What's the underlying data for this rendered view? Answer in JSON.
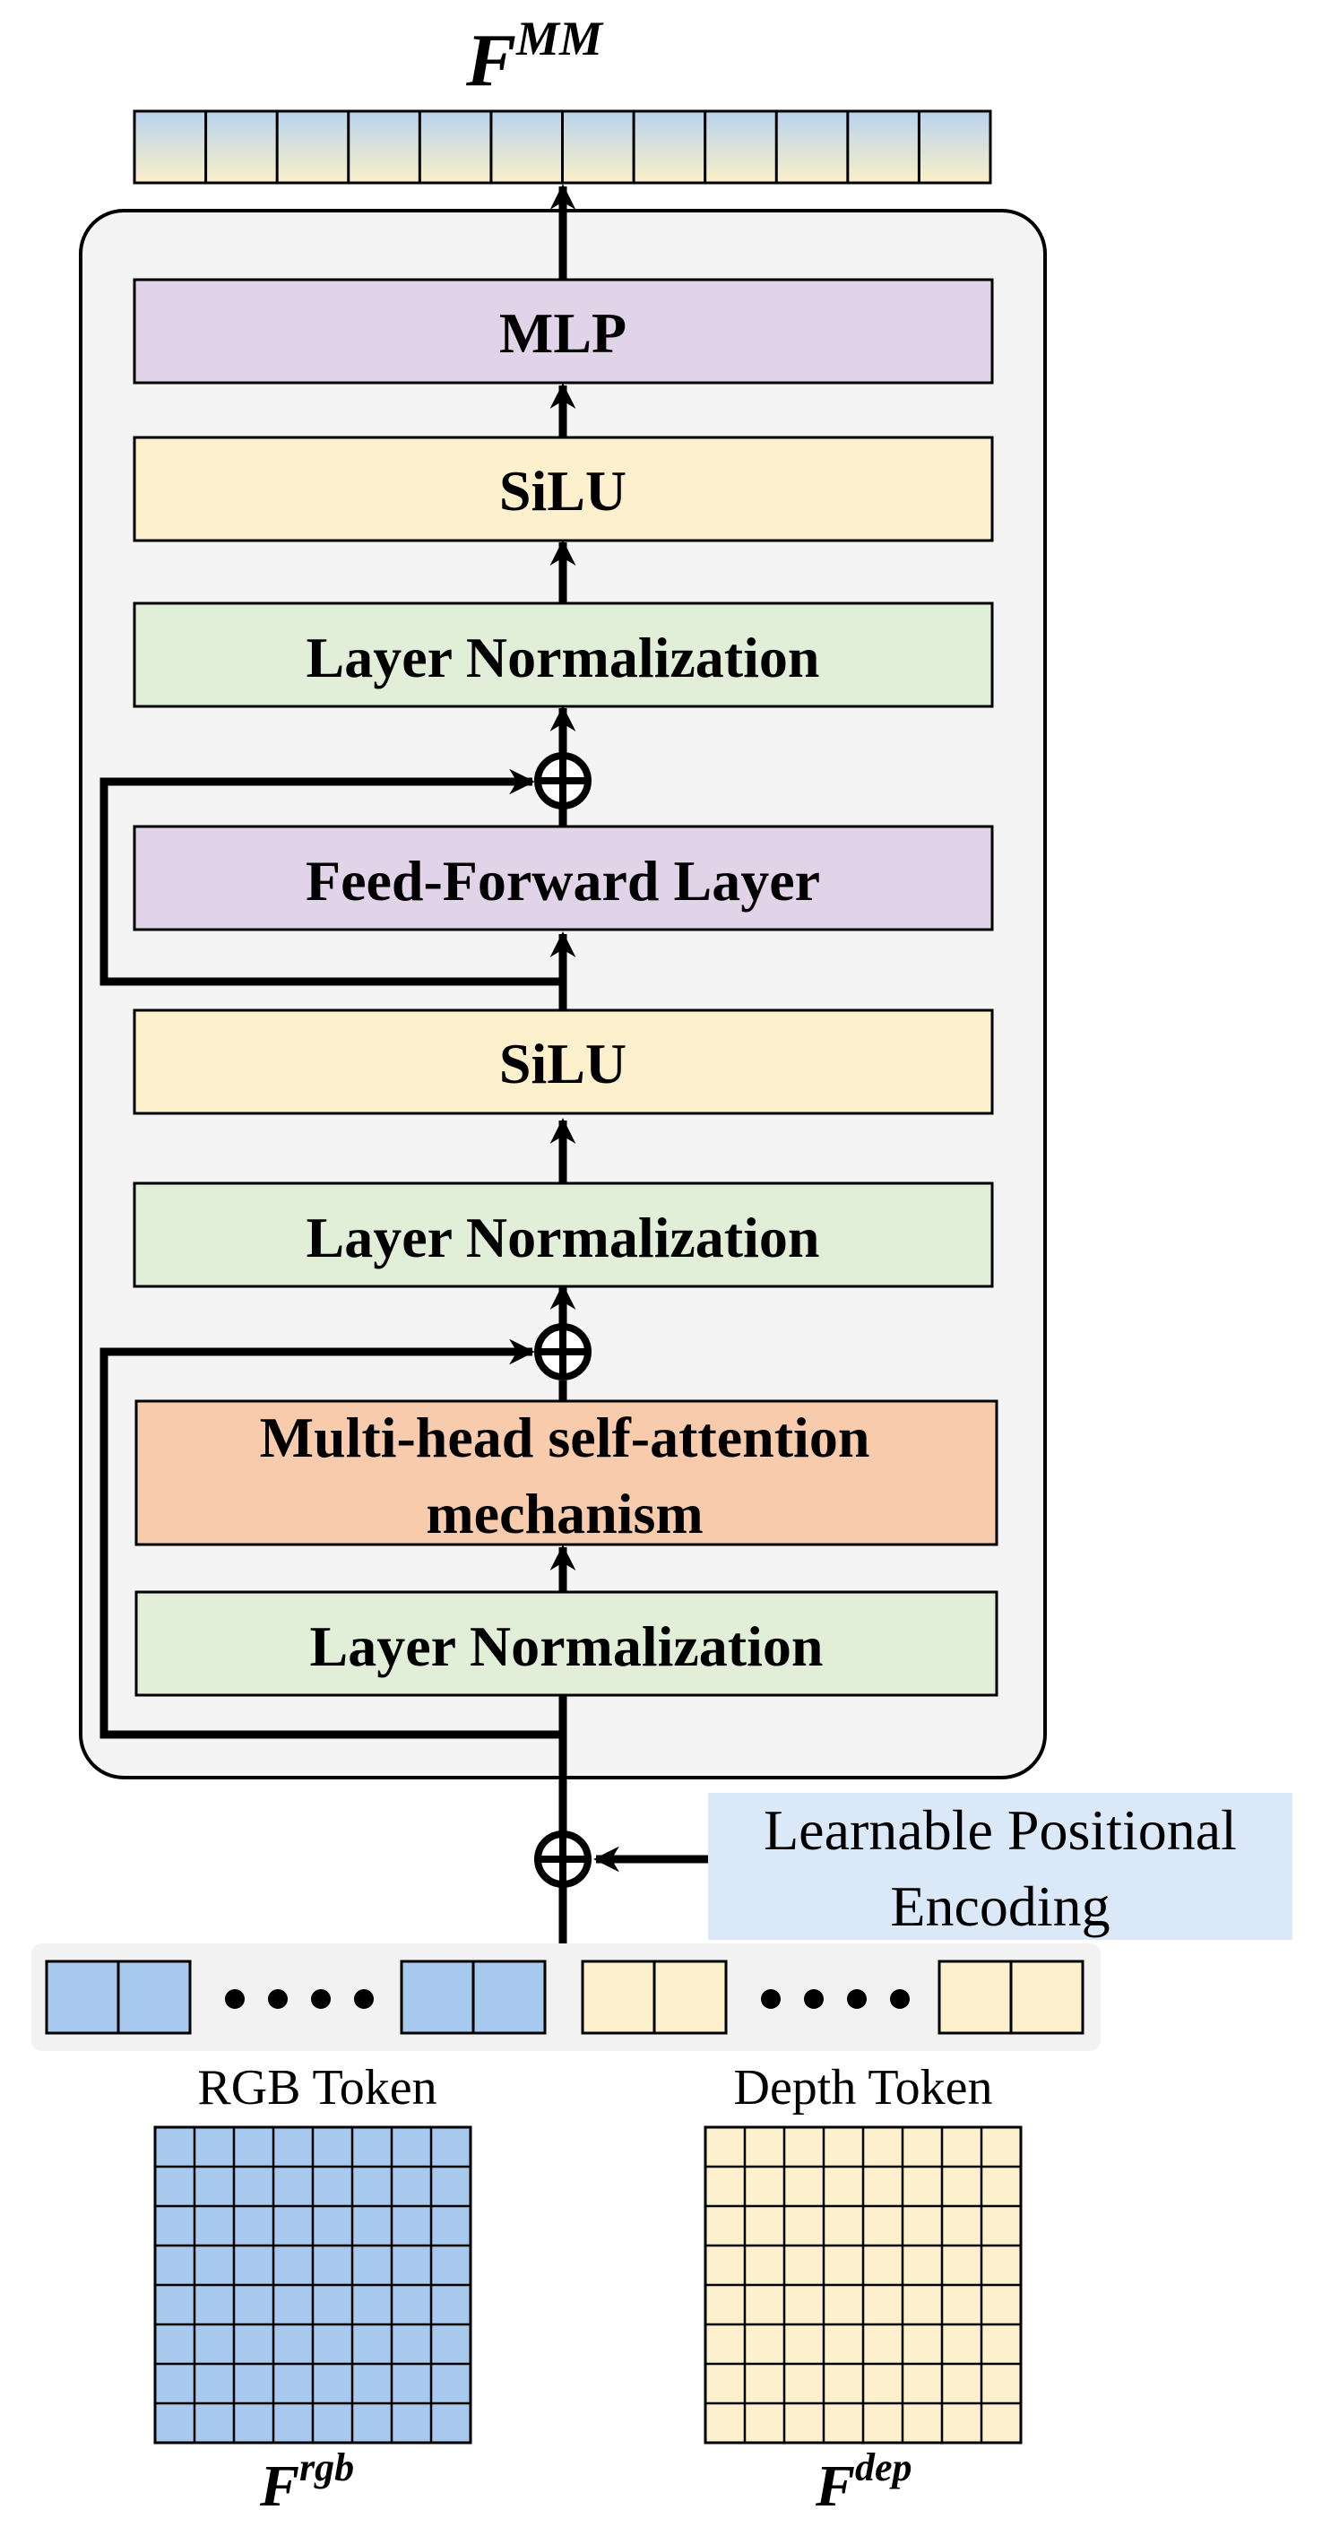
{
  "output_label": {
    "base": "F",
    "sup": "MM"
  },
  "blocks": {
    "mlp": "MLP",
    "silu_top": "SiLU",
    "layer_norm_top": "Layer Normalization",
    "feed_forward": "Feed-Forward Layer",
    "silu_mid": "SiLU",
    "layer_norm_mid": "Layer Normalization",
    "attention_line1": "Multi-head self-attention",
    "attention_line2": "mechanism",
    "layer_norm_bottom": "Layer Normalization"
  },
  "positional_encoding": {
    "line1": "Learnable Positional",
    "line2": "Encoding"
  },
  "tokens": {
    "rgb_label": "RGB Token",
    "depth_label": "Depth Token",
    "rgb_symbol": {
      "base": "F",
      "sup": "rgb"
    },
    "depth_symbol": {
      "base": "F",
      "sup": "dep"
    }
  },
  "colors": {
    "mlp_fill": "#e2d4e8",
    "silu_fill": "#fdf1cd",
    "norm_fill": "#e2efd8",
    "attention_fill": "#f7cbab",
    "rgb_fill": "#a7c9ed",
    "depth_fill": "#fdf1cd",
    "pos_enc_fill": "#dae8f8",
    "panel_fill": "#f4f4f4"
  }
}
